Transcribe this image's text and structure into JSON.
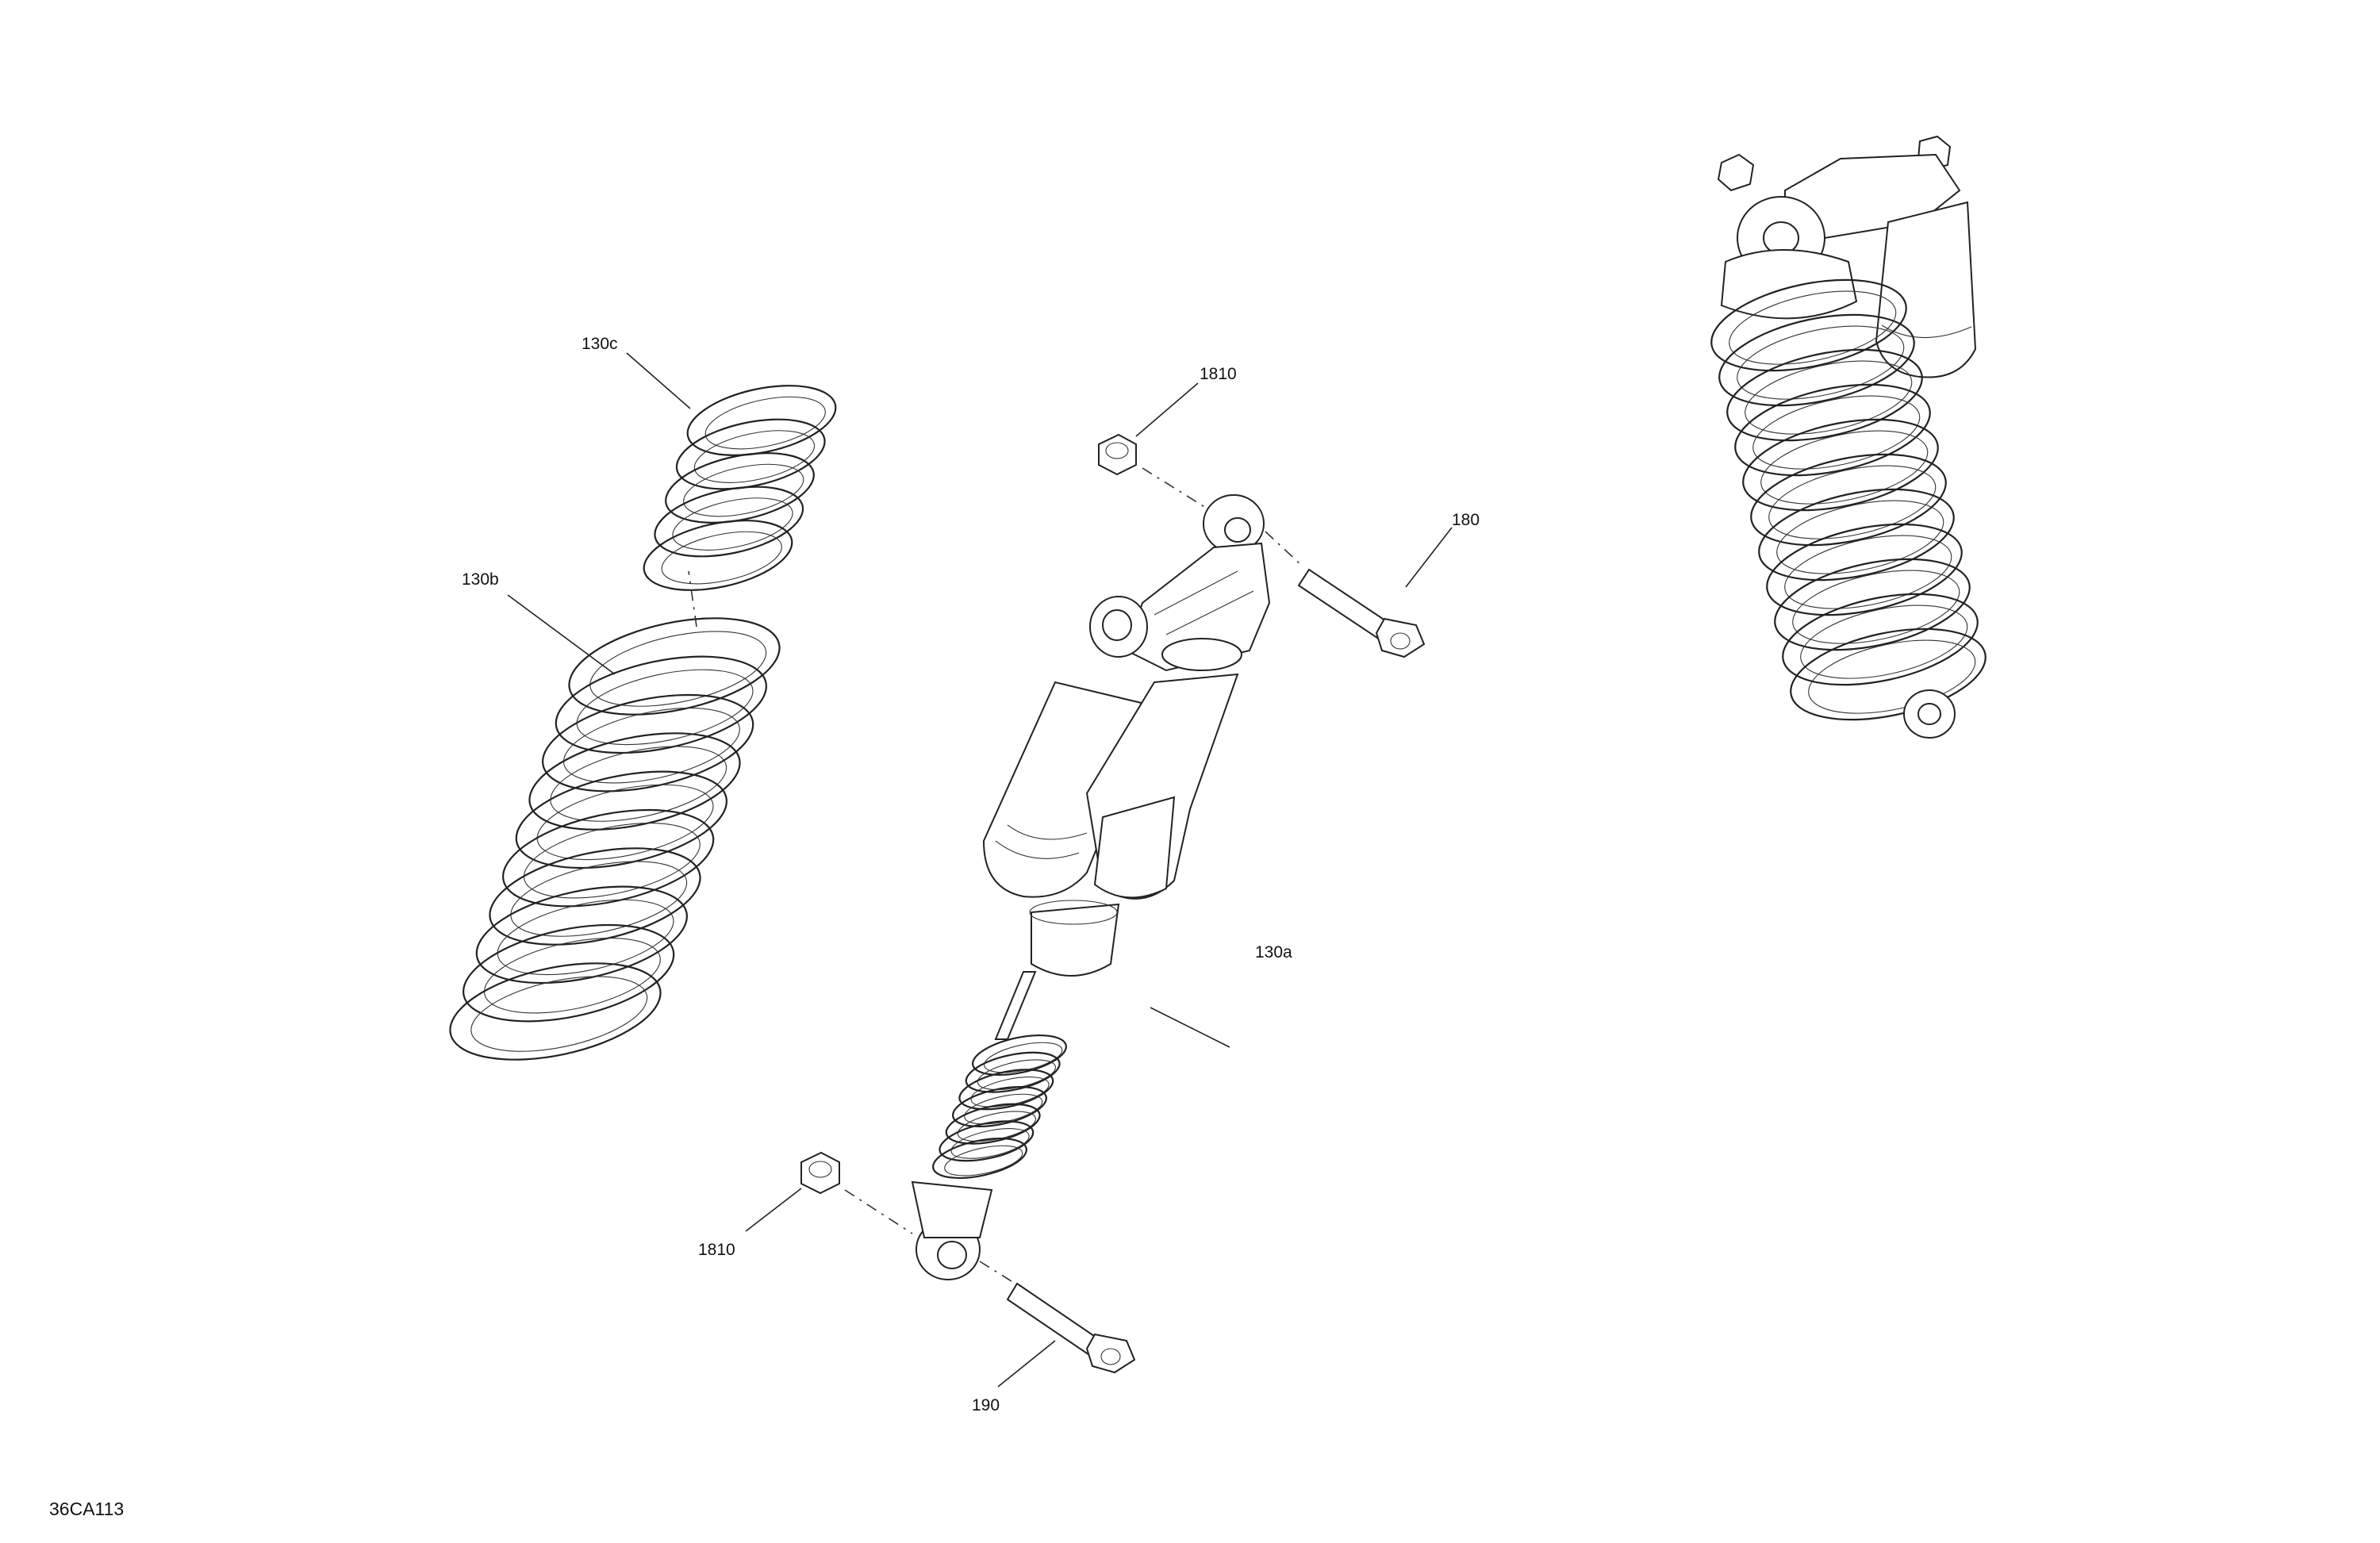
{
  "diagram": {
    "figure_code": "36CA113",
    "callouts": {
      "spring_upper": "130c",
      "spring_lower": "130b",
      "shock_absorber": "130a",
      "nut_top": "1810",
      "nut_bottom": "1810",
      "bolt_top": "180",
      "bolt_bottom": "190"
    }
  }
}
